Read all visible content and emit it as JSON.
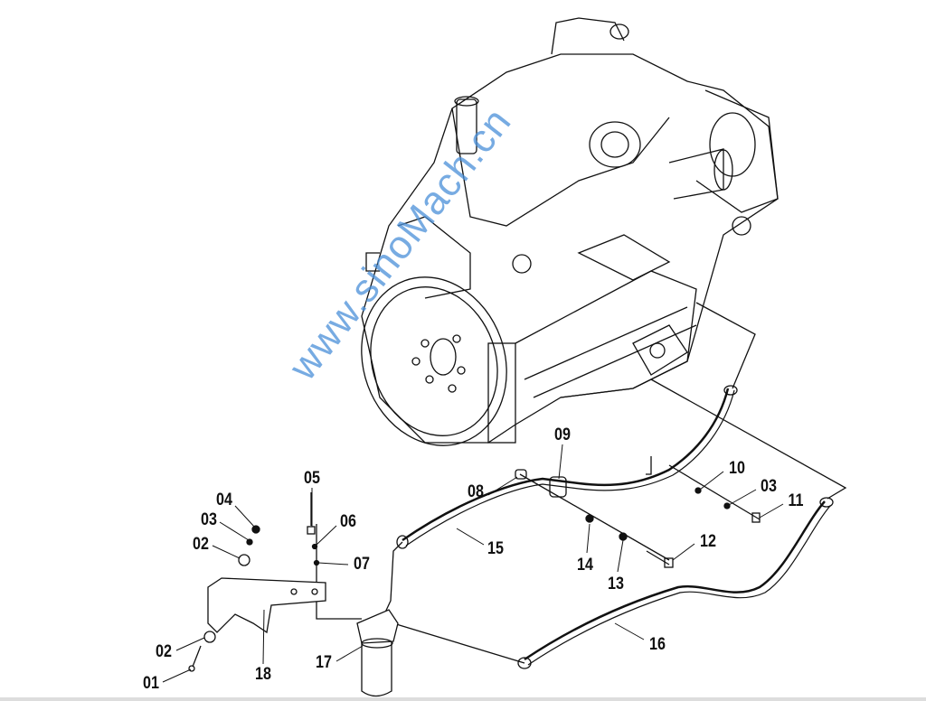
{
  "diagram": {
    "watermark": "www.sinoMach.cn",
    "callouts": [
      {
        "id": "c09",
        "text": "09"
      },
      {
        "id": "c10",
        "text": "10"
      },
      {
        "id": "c03a",
        "text": "03"
      },
      {
        "id": "c11",
        "text": "11"
      },
      {
        "id": "c08",
        "text": "08"
      },
      {
        "id": "c05",
        "text": "05"
      },
      {
        "id": "c06",
        "text": "06"
      },
      {
        "id": "c07",
        "text": "07"
      },
      {
        "id": "c04",
        "text": "04"
      },
      {
        "id": "c03b",
        "text": "03"
      },
      {
        "id": "c02a",
        "text": "02"
      },
      {
        "id": "c15",
        "text": "15"
      },
      {
        "id": "c14",
        "text": "14"
      },
      {
        "id": "c13",
        "text": "13"
      },
      {
        "id": "c12",
        "text": "12"
      },
      {
        "id": "c17",
        "text": "17"
      },
      {
        "id": "c18",
        "text": "18"
      },
      {
        "id": "c02b",
        "text": "02"
      },
      {
        "id": "c01",
        "text": "01"
      },
      {
        "id": "c16",
        "text": "16"
      }
    ]
  }
}
